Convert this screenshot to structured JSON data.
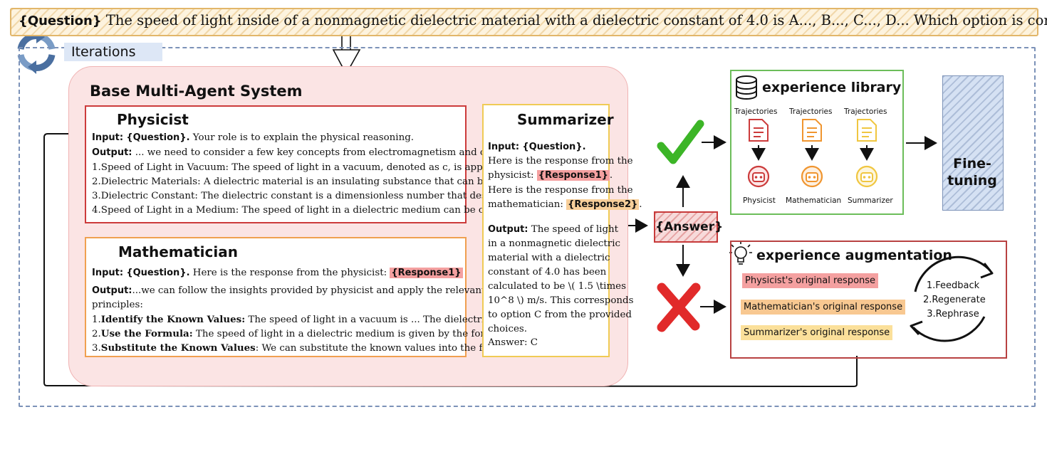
{
  "question": {
    "tag": "{Question}",
    "text": "The speed of light inside of a nonmagnetic dielectric material with a dielectric constant of 4.0 is A..., B..., C..., D... Which option is correct?"
  },
  "iterations_label": "Iterations",
  "base_system": {
    "title": "Base Multi-Agent System",
    "physicist": {
      "title": "Physicist",
      "input_label": "Input:",
      "input_tag": "{Question}.",
      "input_text": "Your role is to explain the physical reasoning.",
      "output_label": "Output:",
      "output_text": "... we need to consider a few key concepts from electromagnetism and optics:",
      "items": [
        "1.Speed of Light in Vacuum: The speed of light in a vacuum, denoted as c, is approximately...",
        "2.Dielectric Materials: A dielectric material is an insulating substance that can be polarized...",
        "3.Dielectric Constant: The dielectric constant is a dimensionless number that describe how...",
        "4.Speed of Light in a Medium: The speed of light in a dielectric medium can be calculated..."
      ]
    },
    "mathematician": {
      "title": "Mathematician",
      "input_label": "Input:",
      "input_tag": "{Question}.",
      "input_text": "Here is the response from the physicist:",
      "input_response": "{Response1}",
      "output_label": "Output:",
      "output_text_1": "...we can follow the insights provided by physicist and apply the relevant mathematical",
      "output_text_2": "principles:",
      "items": [
        {
          "num": "1.",
          "bold": "Identify the Known Values:",
          "text": " The speed of light in a vacuum is ... The dielectric constant is ..."
        },
        {
          "num": "2.",
          "bold": "Use the Formula:",
          "text": " The speed of light in a dielectric medium is given by the formula: ..."
        },
        {
          "num": "3.",
          "bold": "Substitute the Known Values",
          "text": ": We can substitute the known values into the formula: ..."
        }
      ]
    },
    "summarizer": {
      "title": "Summarizer",
      "input_label": "Input:",
      "input_tag": "{Question}.",
      "input_lines": [
        "Here is the response from the",
        "physicist:"
      ],
      "response1": "{Response1}",
      "input_lines_2": [
        "Here is the response from the",
        "mathematician:"
      ],
      "response2": "{Response2}",
      "output_label": "Output:",
      "output_first": "The speed of light",
      "output_lines": [
        "in a nonmagnetic dielectric",
        "material with a dielectric",
        "constant of 4.0 has been",
        "calculated to be \\( 1.5 \\times",
        "10^8 \\) m/s. This corresponds",
        "to option C from the provided",
        "choices."
      ],
      "answer": "Answer: C"
    }
  },
  "answer_node": "{Answer}",
  "experience_library": {
    "title": "experience library",
    "columns": [
      {
        "label": "Trajectories",
        "agent": "Physicist",
        "color": "#cc3b3b"
      },
      {
        "label": "Trajectories",
        "agent": "Mathematician",
        "color": "#f0952f"
      },
      {
        "label": "Trajectories",
        "agent": "Summarizer",
        "color": "#f0c640"
      }
    ]
  },
  "fine_tuning": {
    "line1": "Fine-",
    "line2": "tuning"
  },
  "experience_augmentation": {
    "title": "experience augmentation",
    "tags": [
      {
        "text": "Physicist's original response",
        "color": "#f4a0a0"
      },
      {
        "text": "Mathematician's original response",
        "color": "#f8c891"
      },
      {
        "text": "Summarizer's original response",
        "color": "#fbe09a"
      }
    ],
    "steps": [
      "1.Feedback",
      "2.Regenerate",
      "3.Rephrase"
    ]
  },
  "colors": {
    "physicist": "#cc3b3b",
    "mathematician": "#f0952f",
    "summarizer": "#f0c640",
    "check": "#3cb527",
    "cross": "#e12a2a",
    "dashed_border": "#7c92b8"
  }
}
